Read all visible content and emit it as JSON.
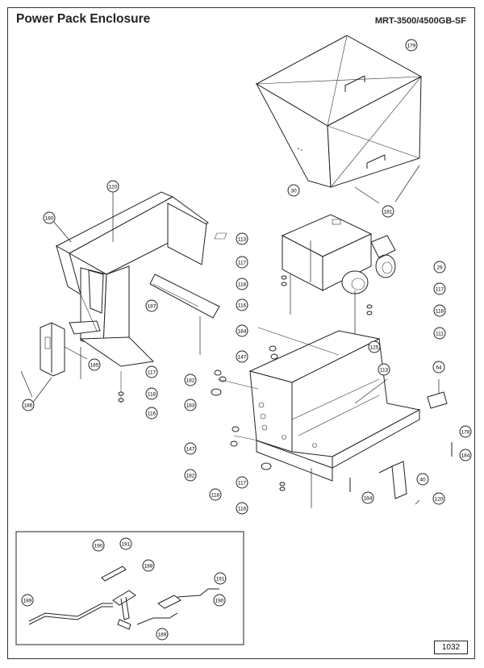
{
  "header": {
    "title": "Power Pack Enclosure",
    "model": "MRT-3500/4500GB-SF"
  },
  "footer": {
    "page_number": "1032"
  },
  "callouts": [
    {
      "id": "c179",
      "label": "179"
    },
    {
      "id": "c181",
      "label": "181"
    },
    {
      "id": "c120a",
      "label": "120"
    },
    {
      "id": "c180",
      "label": "180"
    },
    {
      "id": "c30",
      "label": "30"
    },
    {
      "id": "c113a",
      "label": "113"
    },
    {
      "id": "c117a",
      "label": "117"
    },
    {
      "id": "c118a",
      "label": "118"
    },
    {
      "id": "c116a",
      "label": "116"
    },
    {
      "id": "c29",
      "label": "29"
    },
    {
      "id": "c117b",
      "label": "117"
    },
    {
      "id": "c118b",
      "label": "118"
    },
    {
      "id": "c111",
      "label": "111"
    },
    {
      "id": "c187",
      "label": "187"
    },
    {
      "id": "c184a",
      "label": "184"
    },
    {
      "id": "c147a",
      "label": "147"
    },
    {
      "id": "c125",
      "label": "125"
    },
    {
      "id": "c185",
      "label": "185"
    },
    {
      "id": "c186",
      "label": "186"
    },
    {
      "id": "c117c",
      "label": "117"
    },
    {
      "id": "c118c",
      "label": "118"
    },
    {
      "id": "c116c",
      "label": "116"
    },
    {
      "id": "c182a",
      "label": "182"
    },
    {
      "id": "c183",
      "label": "183"
    },
    {
      "id": "c113b",
      "label": "113"
    },
    {
      "id": "c64",
      "label": "64"
    },
    {
      "id": "c178",
      "label": "178"
    },
    {
      "id": "c184b",
      "label": "184"
    },
    {
      "id": "c147b",
      "label": "147"
    },
    {
      "id": "c182b",
      "label": "182"
    },
    {
      "id": "c40",
      "label": "40"
    },
    {
      "id": "c117d",
      "label": "117"
    },
    {
      "id": "c118d",
      "label": "118"
    },
    {
      "id": "c116d",
      "label": "116"
    },
    {
      "id": "c184c",
      "label": "184"
    },
    {
      "id": "c120b",
      "label": "120"
    },
    {
      "id": "c190a",
      "label": "190"
    },
    {
      "id": "c191a",
      "label": "191"
    },
    {
      "id": "c188",
      "label": "188"
    },
    {
      "id": "c189a",
      "label": "189"
    },
    {
      "id": "c191b",
      "label": "191"
    },
    {
      "id": "c190b",
      "label": "190"
    },
    {
      "id": "c189b",
      "label": "189"
    }
  ]
}
